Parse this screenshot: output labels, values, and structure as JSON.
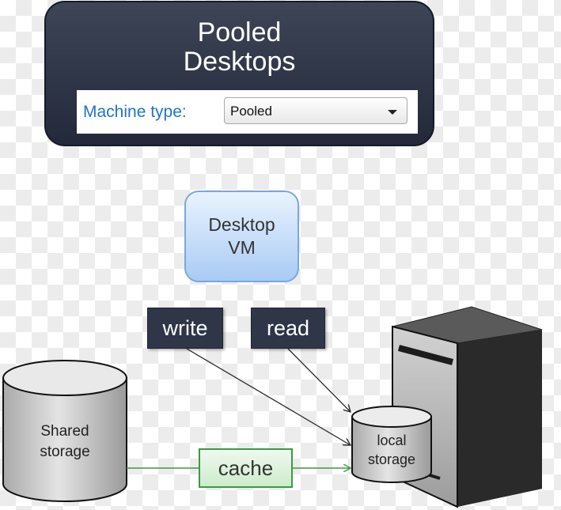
{
  "header": {
    "title_line1": "Pooled",
    "title_line2": "Desktops",
    "machine_type_label": "Machine type:",
    "machine_type_value": "Pooled"
  },
  "vm": {
    "line1": "Desktop",
    "line2": "VM"
  },
  "operations": {
    "write": "write",
    "read": "read",
    "cache": "cache"
  },
  "shared_storage": {
    "line1": "Shared",
    "line2": "storage"
  },
  "local_storage": {
    "line1": "local",
    "line2": "storage"
  },
  "colors": {
    "panel_dark": "#2e3647",
    "label_blue": "#1f73c8",
    "cache_green": "#3c9a42",
    "arrow_dark": "#2b2b2b"
  },
  "icons": [
    "server-icon",
    "shared-storage-cylinder",
    "local-storage-cylinder",
    "dropdown-caret-icon"
  ]
}
